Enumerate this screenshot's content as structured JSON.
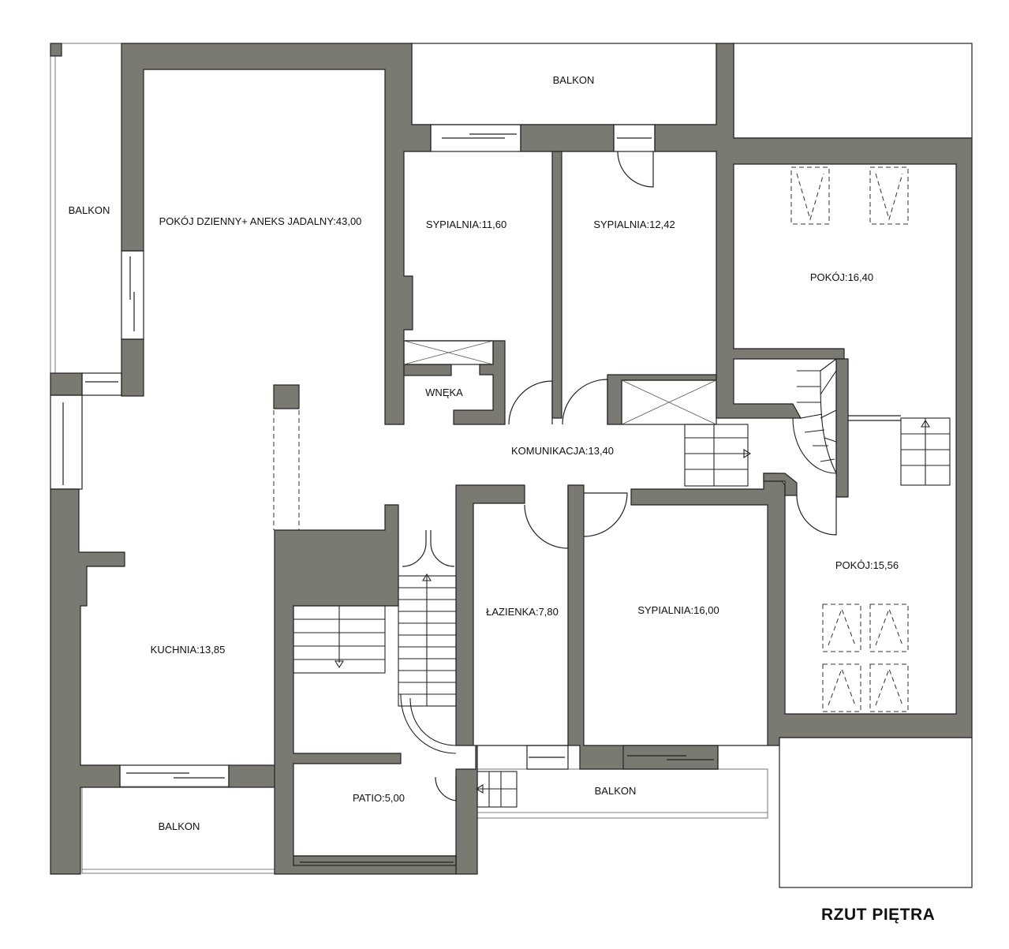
{
  "title": "RZUT PIĘTRA",
  "colors": {
    "wall": "#7a7a72",
    "line": "#222222",
    "background": "#ffffff"
  },
  "rooms": [
    {
      "id": "balkon-top",
      "label": "BALKON"
    },
    {
      "id": "balkon-left",
      "label": "BALKON"
    },
    {
      "id": "living",
      "label": "POKÓJ DZIENNY+ ANEKS JADALNY:43,00"
    },
    {
      "id": "sypialnia-1",
      "label": "SYPIALNIA:11,60"
    },
    {
      "id": "sypialnia-2",
      "label": "SYPIALNIA:12,42"
    },
    {
      "id": "pokoj-1",
      "label": "POKÓJ:16,40"
    },
    {
      "id": "wneka",
      "label": "WNĘKA"
    },
    {
      "id": "komunikacja",
      "label": "KOMUNIKACJA:13,40"
    },
    {
      "id": "pokoj-2",
      "label": "POKÓJ:15,56"
    },
    {
      "id": "lazienka",
      "label": "ŁAZIENKA:7,80"
    },
    {
      "id": "sypialnia-3",
      "label": "SYPIALNIA:16,00"
    },
    {
      "id": "kuchnia",
      "label": "KUCHNIA:13,85"
    },
    {
      "id": "patio",
      "label": "PATIO:5,00"
    },
    {
      "id": "balkon-bottom-right",
      "label": "BALKON"
    },
    {
      "id": "balkon-bottom-left",
      "label": "BALKON"
    }
  ]
}
